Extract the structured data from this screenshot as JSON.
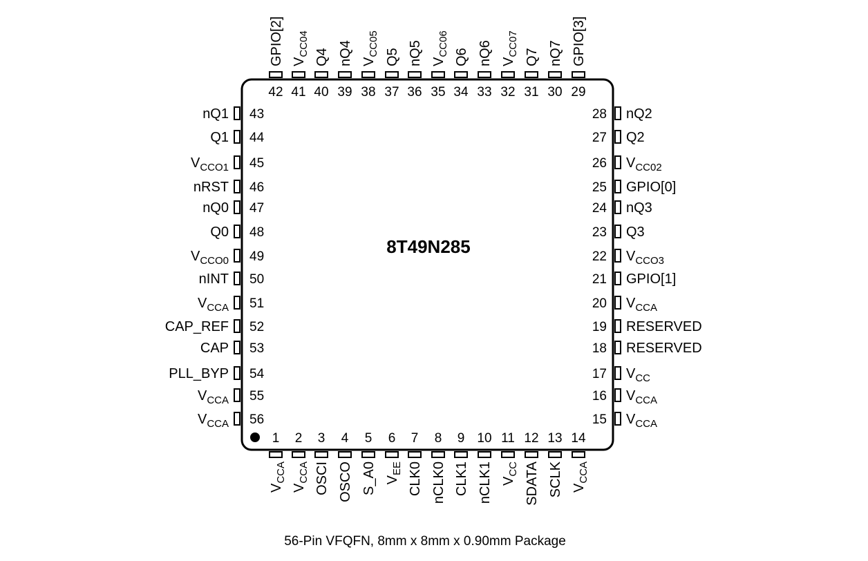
{
  "chip": {
    "name": "8T49N285",
    "caption": "56-Pin VFQFN, 8mm x 8mm x 0.90mm Package"
  },
  "pins": {
    "top": [
      {
        "num": "42",
        "label": "GPIO[2]"
      },
      {
        "num": "41",
        "label": "V",
        "sub": "CC04"
      },
      {
        "num": "40",
        "label": "Q4"
      },
      {
        "num": "39",
        "label": "nQ4"
      },
      {
        "num": "38",
        "label": "V",
        "sub": "CC05"
      },
      {
        "num": "37",
        "label": "Q5"
      },
      {
        "num": "36",
        "label": "nQ5"
      },
      {
        "num": "35",
        "label": "V",
        "sub": "CC06"
      },
      {
        "num": "34",
        "label": "Q6"
      },
      {
        "num": "33",
        "label": "nQ6"
      },
      {
        "num": "32",
        "label": "V",
        "sub": "CC07"
      },
      {
        "num": "31",
        "label": "Q7"
      },
      {
        "num": "30",
        "label": "nQ7"
      },
      {
        "num": "29",
        "label": "GPIO[3]"
      }
    ],
    "left": [
      {
        "num": "43",
        "label": "nQ1"
      },
      {
        "num": "44",
        "label": "Q1"
      },
      {
        "num": "45",
        "label": "V",
        "sub": "CCO1"
      },
      {
        "num": "46",
        "label": "nRST"
      },
      {
        "num": "47",
        "label": "nQ0"
      },
      {
        "num": "48",
        "label": "Q0"
      },
      {
        "num": "49",
        "label": "V",
        "sub": "CCO0"
      },
      {
        "num": "50",
        "label": "nINT"
      },
      {
        "num": "51",
        "label": "V",
        "sub": "CCA"
      },
      {
        "num": "52",
        "label": "CAP_REF"
      },
      {
        "num": "53",
        "label": "CAP"
      },
      {
        "num": "54",
        "label": "PLL_BYP"
      },
      {
        "num": "55",
        "label": "V",
        "sub": "CCA"
      },
      {
        "num": "56",
        "label": "V",
        "sub": "CCA"
      }
    ],
    "right": [
      {
        "num": "28",
        "label": "nQ2"
      },
      {
        "num": "27",
        "label": "Q2"
      },
      {
        "num": "26",
        "label": "V",
        "sub": "CC02"
      },
      {
        "num": "25",
        "label": "GPIO[0]"
      },
      {
        "num": "24",
        "label": "nQ3"
      },
      {
        "num": "23",
        "label": "Q3"
      },
      {
        "num": "22",
        "label": "V",
        "sub": "CCO3"
      },
      {
        "num": "21",
        "label": "GPIO[1]"
      },
      {
        "num": "20",
        "label": "V",
        "sub": "CCA"
      },
      {
        "num": "19",
        "label": "RESERVED"
      },
      {
        "num": "18",
        "label": "RESERVED"
      },
      {
        "num": "17",
        "label": "V",
        "sub": "CC"
      },
      {
        "num": "16",
        "label": "V",
        "sub": "CCA"
      },
      {
        "num": "15",
        "label": "V",
        "sub": "CCA"
      }
    ],
    "bottom": [
      {
        "num": "1",
        "label": "V",
        "sub": "CCA"
      },
      {
        "num": "2",
        "label": "V",
        "sub": "CCA"
      },
      {
        "num": "3",
        "label": "OSCI"
      },
      {
        "num": "4",
        "label": "OSCO"
      },
      {
        "num": "5",
        "label": "S_A0"
      },
      {
        "num": "6",
        "label": "V",
        "sub": "EE"
      },
      {
        "num": "7",
        "label": "CLK0"
      },
      {
        "num": "8",
        "label": "nCLK0"
      },
      {
        "num": "9",
        "label": "CLK1"
      },
      {
        "num": "10",
        "label": "nCLK1"
      },
      {
        "num": "11",
        "label": "V",
        "sub": "CC"
      },
      {
        "num": "12",
        "label": "SDATA"
      },
      {
        "num": "13",
        "label": "SCLK"
      },
      {
        "num": "14",
        "label": "V",
        "sub": "CCA"
      }
    ]
  }
}
